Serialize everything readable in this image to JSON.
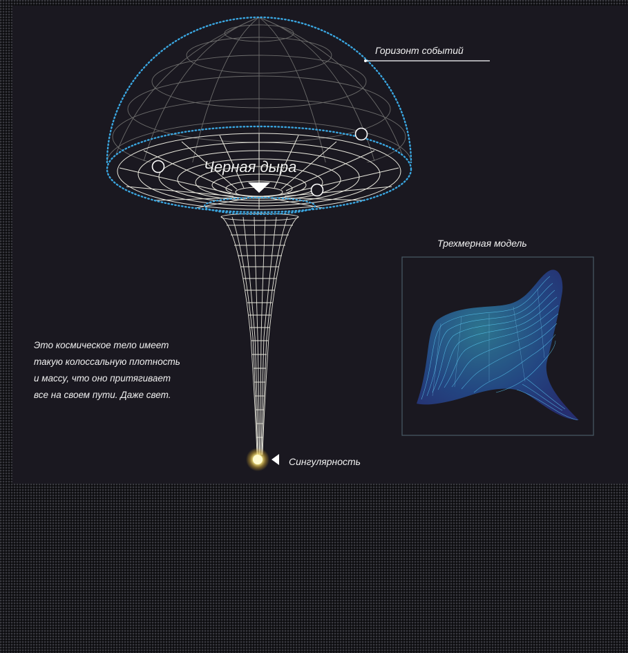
{
  "labels": {
    "event_horizon": "Горизонт событий",
    "black_hole": "Черная дыра",
    "three_d_model": "Трехмерная модель",
    "singularity": "Сингулярность"
  },
  "description": {
    "lines": [
      "Это космическое тело имеет",
      "такую колоссальную плотность",
      "и массу, что оно притягивает",
      "все на своем пути. Даже свет."
    ]
  },
  "colors": {
    "background": "#141418",
    "panel": "#1a1820",
    "dotted_outline": "#3aa6e0",
    "grid": "#e8e8dc",
    "singularity_glow": "#fff5a0",
    "model_surface": "#3a9ee0"
  }
}
